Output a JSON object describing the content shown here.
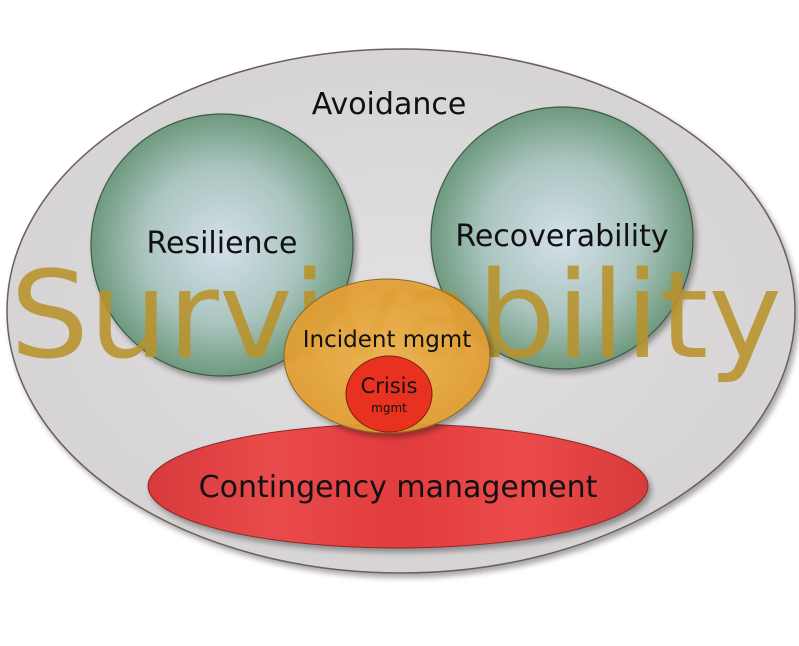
{
  "diagram": {
    "outer_label": "Avoidance",
    "watermark": "Survivability",
    "left_circle": "Resilience",
    "right_circle": "Recoverability",
    "center_ellipse": "Incident mgmt",
    "crisis_title": "Crisis",
    "crisis_sub": "mgmt",
    "bottom_ellipse": "Contingency management"
  },
  "colors": {
    "outer_fill": "#dad8d8",
    "outer_stroke": "#7a6a60",
    "circle_center": "#cfdce5",
    "circle_edge": "#6f9c7c",
    "watermark": "#b8922a",
    "incident_fill": "#e5a53a",
    "crisis_fill": "#e8321f",
    "contingency_fill": "#e23d3e"
  }
}
